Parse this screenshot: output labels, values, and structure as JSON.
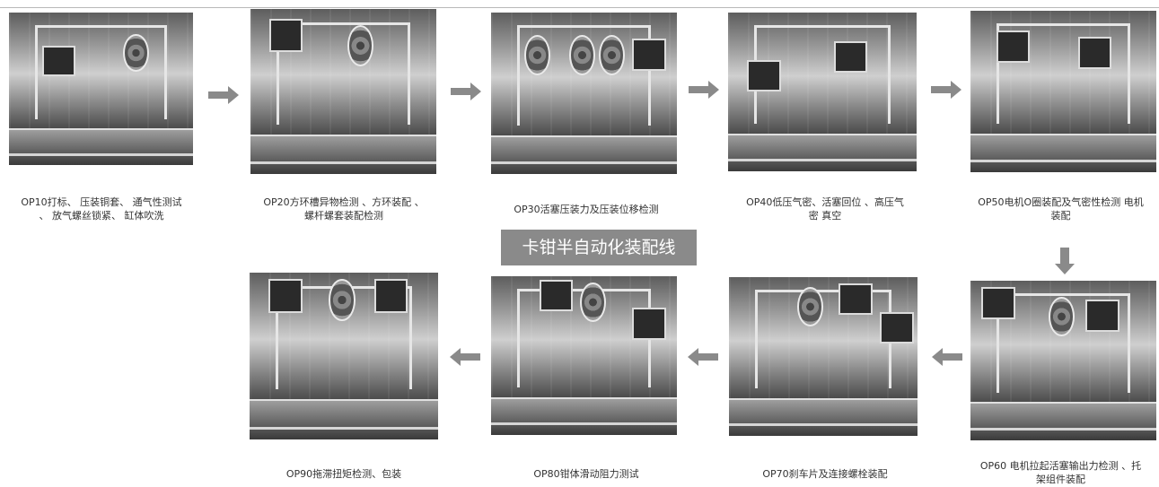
{
  "title": "卡钳半自动化装配线",
  "colors": {
    "arrow": "#8a8a8a",
    "title_bg": "#8a8a8a",
    "title_text": "#ffffff"
  },
  "stations": [
    {
      "id": "OP10",
      "caption": "OP10打标、 压装铜套、 通气性测试\n、 放气螺丝锁紧、 缸体吹洗"
    },
    {
      "id": "OP20",
      "caption": "OP20方环槽异物检测 、方环装配 、\n螺杆螺套装配检测"
    },
    {
      "id": "OP30",
      "caption": "OP30活塞压装力及压装位移检测"
    },
    {
      "id": "OP40",
      "caption": "OP40低压气密、活塞回位 、高压气\n密 真空"
    },
    {
      "id": "OP50",
      "caption": "OP50电机O圈装配及气密性检测 电机\n装配"
    },
    {
      "id": "OP60",
      "caption": "OP60 电机拉起活塞输出力检测 、托\n架组件装配"
    },
    {
      "id": "OP70",
      "caption": "OP70刹车片及连接螺栓装配"
    },
    {
      "id": "OP80",
      "caption": "OP80钳体滑动阻力测试"
    },
    {
      "id": "OP90",
      "caption": "OP90拖滞扭矩检测、包装"
    }
  ]
}
